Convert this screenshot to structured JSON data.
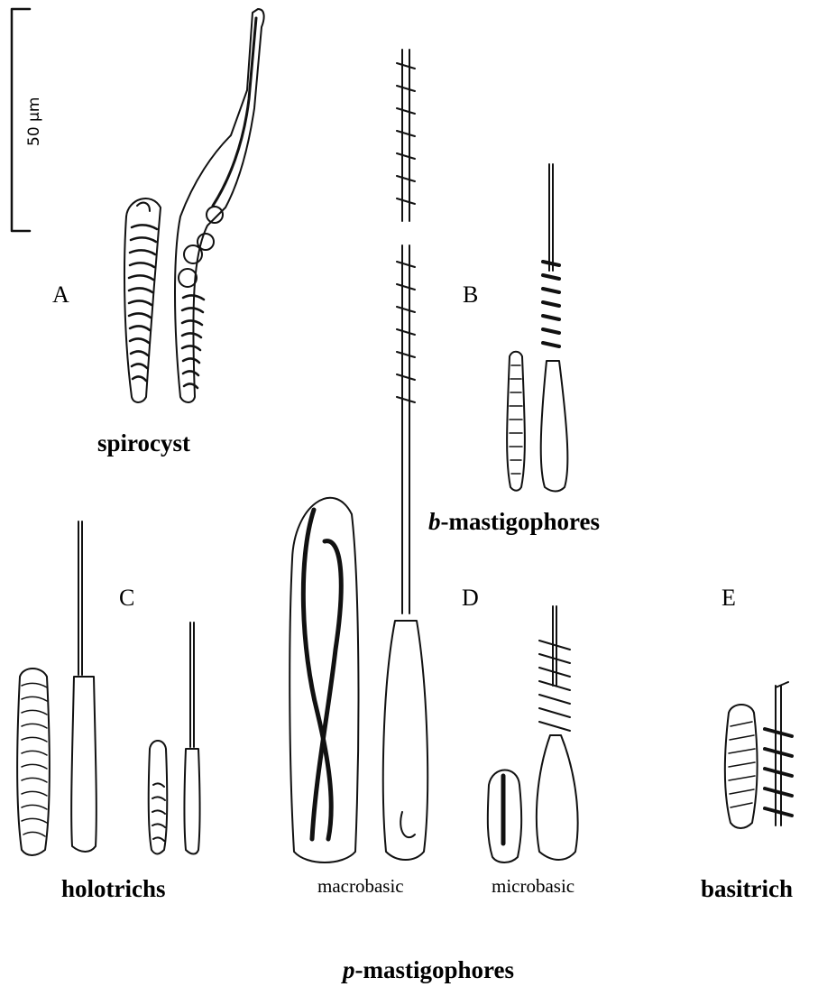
{
  "scale_bar": {
    "text": "50 µm"
  },
  "panels": {
    "A": {
      "letter": "A",
      "name": "spirocyst"
    },
    "B": {
      "letter": "B",
      "name_prefix": "b",
      "name_suffix": "-mastigophores"
    },
    "C": {
      "letter": "C",
      "name": "holotrichs"
    },
    "D": {
      "letter": "D",
      "sub_left": "macrobasic",
      "sub_right": "microbasic",
      "name_prefix": "p",
      "name_suffix": "-mastigophores"
    },
    "E": {
      "letter": "E",
      "name": "basitrich"
    }
  },
  "colors": {
    "ink": "#111111",
    "background": "#ffffff"
  }
}
